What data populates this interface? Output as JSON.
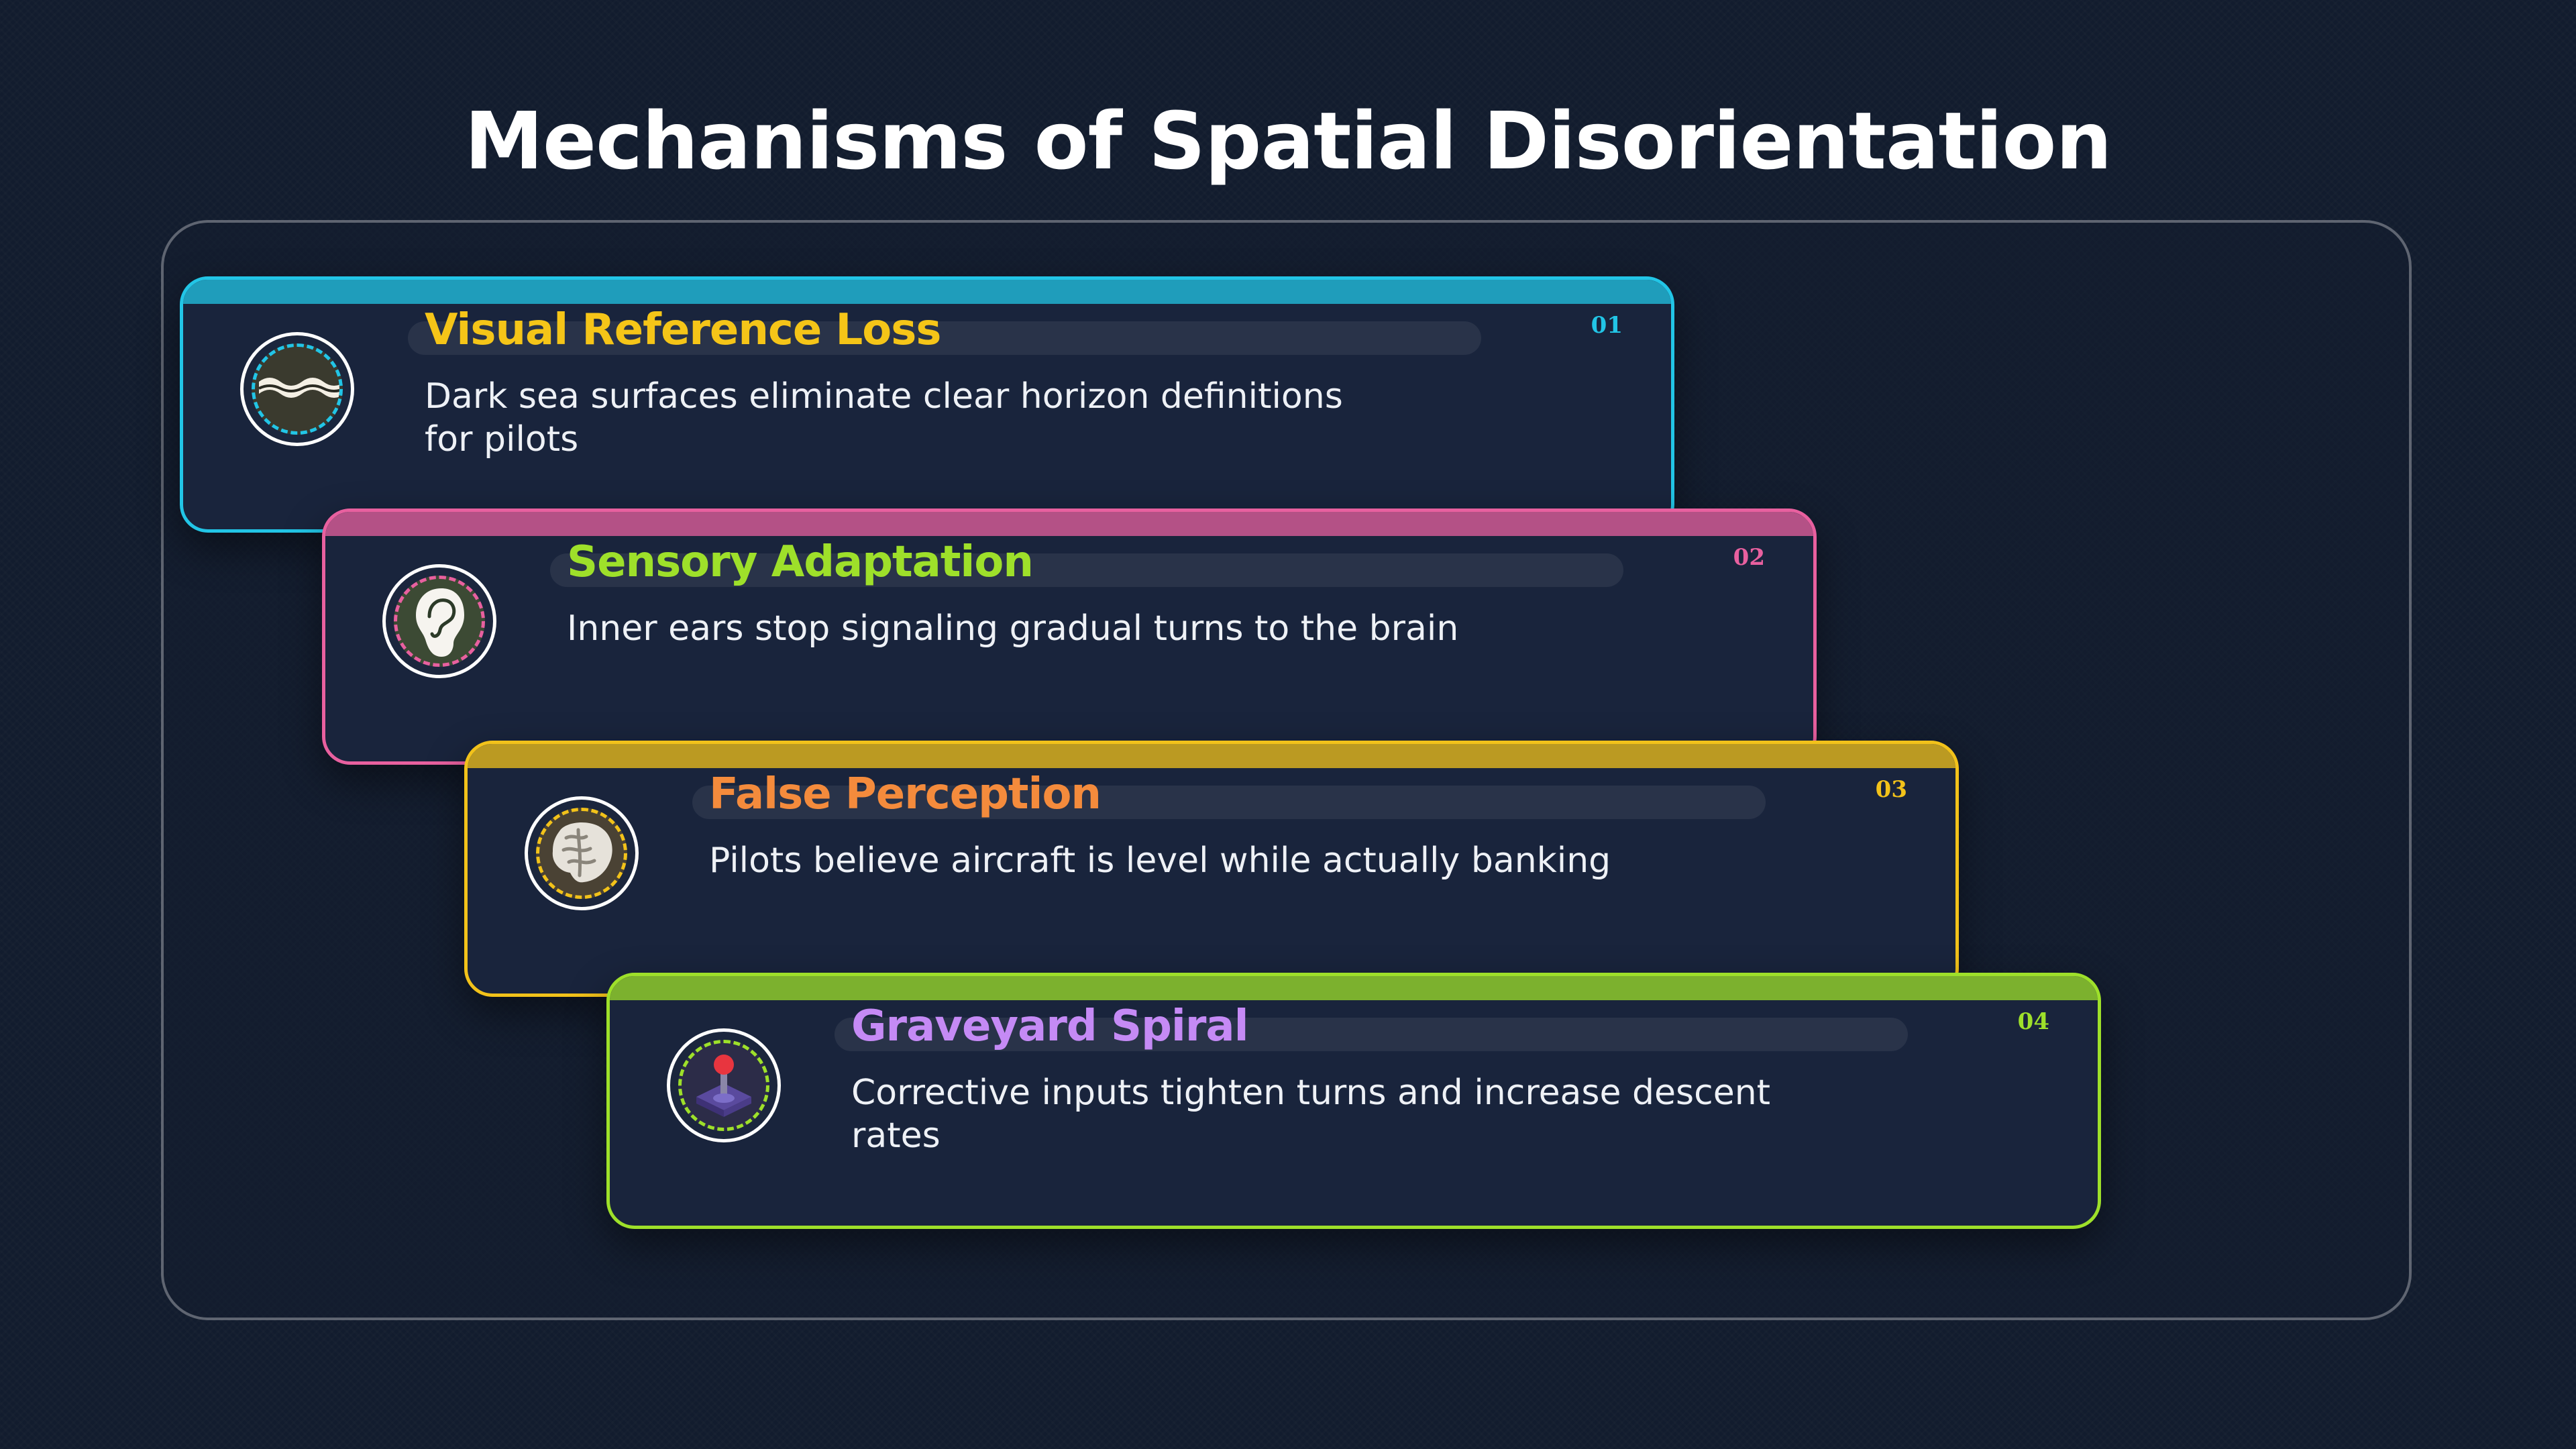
{
  "title": "Mechanisms of Spatial Disorientation",
  "colors": {
    "background": "#121c2e",
    "card_background": "#19243c"
  },
  "cards": [
    {
      "number": "01",
      "title": "Visual Reference Loss",
      "description": "Dark sea surfaces eliminate clear horizon definitions for pilots",
      "icon": "waves-icon",
      "border_color": "#22c5e6",
      "title_color": "#f5c518",
      "number_color": "#22c5e6"
    },
    {
      "number": "02",
      "title": "Sensory Adaptation",
      "description": "Inner ears stop signaling gradual turns to the brain",
      "icon": "ear-icon",
      "border_color": "#e8609f",
      "title_color": "#9ee02a",
      "number_color": "#e8609f"
    },
    {
      "number": "03",
      "title": "False Perception",
      "description": "Pilots believe aircraft is level while actually banking",
      "icon": "brain-icon",
      "border_color": "#f2c21a",
      "title_color": "#f48b3c",
      "number_color": "#f2c21a"
    },
    {
      "number": "04",
      "title": "Graveyard Spiral",
      "description": "Corrective inputs tighten turns and increase descent rates",
      "icon": "joystick-icon",
      "border_color": "#9ee02a",
      "title_color": "#c58af5",
      "number_color": "#9ee02a"
    }
  ]
}
